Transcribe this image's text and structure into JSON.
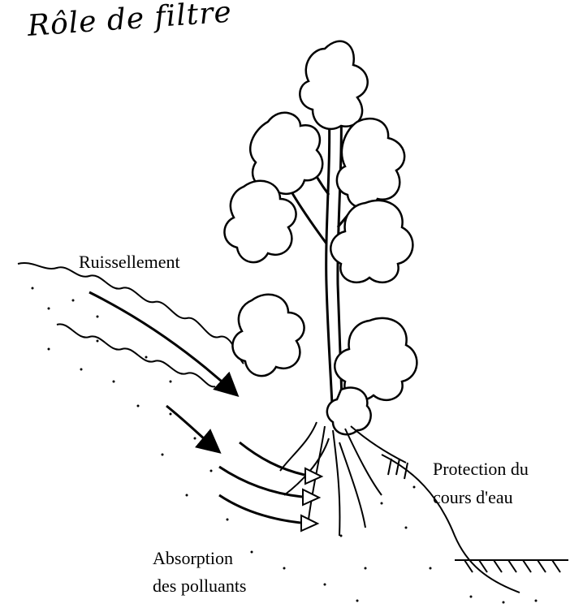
{
  "title": "Rôle de filtre",
  "labels": {
    "runoff": "Ruissellement",
    "protection_line1": "Protection du",
    "protection_line2": "cours d'eau",
    "absorption_line1": "Absorption",
    "absorption_line2": "des polluants"
  },
  "colors": {
    "ink": "#000000",
    "paper": "#ffffff"
  }
}
